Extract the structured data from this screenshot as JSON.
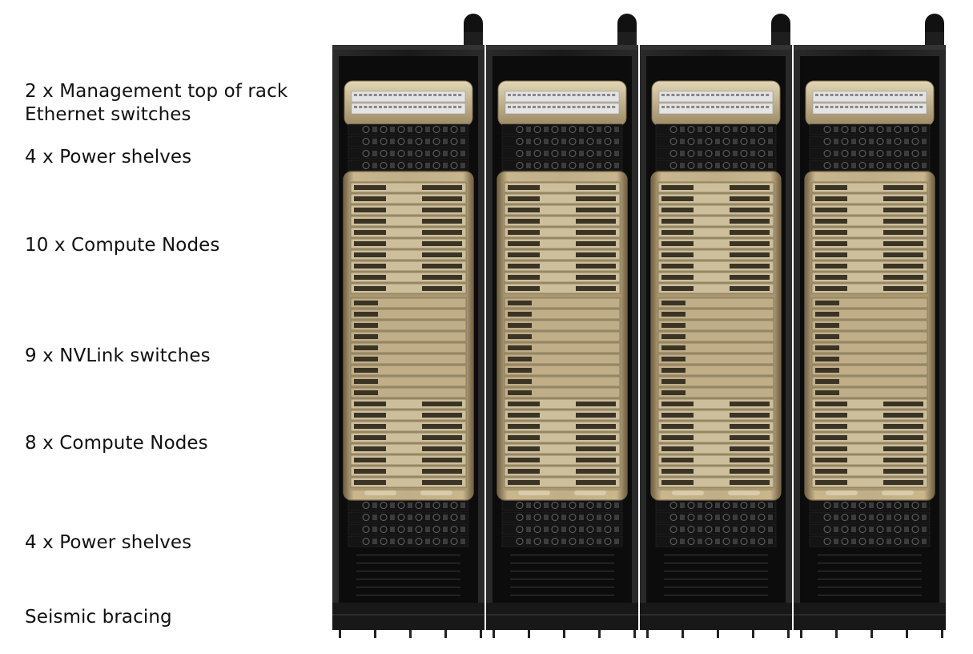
{
  "labels": [
    "2 x Management top of rack\nEthernet switches",
    "4 x Power shelves",
    "10 x Compute Nodes",
    "9 x NVLink switches",
    "8 x Compute Nodes",
    "4 x Power shelves",
    "Seismic bracing"
  ],
  "rack_count": 4,
  "colors": {
    "frame": "#1a1a1a",
    "interior": "#0c0c0c",
    "gold": "#b8a47c",
    "gold_light": "#d9ccaa",
    "gold_dark": "#7d6c4c",
    "switch_grey": "#e4e4e4"
  }
}
